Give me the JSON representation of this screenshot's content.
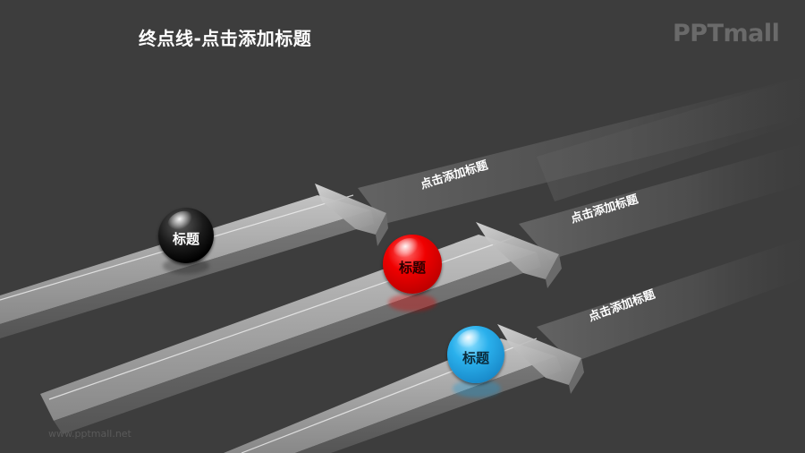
{
  "slide": {
    "title": "终点线-点击添加标题",
    "logo": "PPTmall",
    "watermark": "www.pptmall.net",
    "background_color": "#3d3d3d"
  },
  "arrows": [
    {
      "id": 1,
      "band_label": "点击添加标题",
      "ball_label": "标题",
      "ball_color": "#111111",
      "ball_text_color": "#ffffff"
    },
    {
      "id": 2,
      "band_label": "点击添加标题",
      "ball_label": "标题",
      "ball_color": "#e00000",
      "ball_text_color": "#2a0000"
    },
    {
      "id": 3,
      "band_label": "点击添加标题",
      "ball_label": "标题",
      "ball_color": "#1a9ad6",
      "ball_text_color": "#0b2a3a"
    }
  ]
}
